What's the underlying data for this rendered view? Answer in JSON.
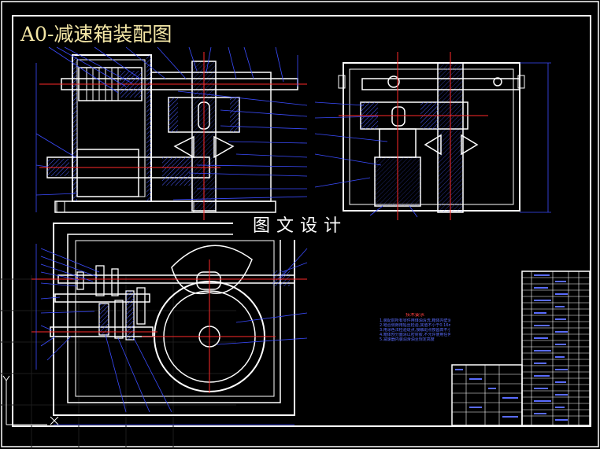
{
  "title": "A0-减速箱装配图",
  "watermark": "图文设计",
  "technical_requirements": {
    "heading": "技术要求",
    "lines": [
      "1.装配前所有零件用煤油清洗,箱体内壁涂耐油油漆",
      "2.啮合侧隙用铅丝检验,其值不小于0.16mm",
      "3.用涂色法检验斑点,接触斑点按齿高不小于40%",
      "4.箱体剖分面涂以密封胶,不允许使用任何填料",
      "5.减速器内装润滑油至规定高度"
    ]
  },
  "colors": {
    "background": "#000000",
    "outline": "#ffffff",
    "dimension": "#3b4cff",
    "centerline": "#ff2a2a",
    "hatch": "#4a5cff",
    "title": "#f4e7a6"
  },
  "icons": {
    "ucs": "ucs-axis-icon"
  }
}
